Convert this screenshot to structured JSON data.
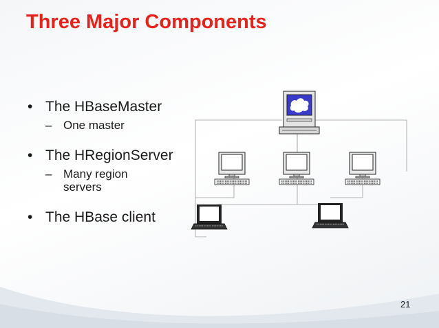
{
  "slide": {
    "title": "Three Major Components",
    "bullets": [
      {
        "text": "The HBaseMaster",
        "sub": [
          "One master"
        ]
      },
      {
        "text": "The HRegionServer",
        "sub": [
          "Many region servers"
        ]
      },
      {
        "text": "The HBase client",
        "sub": []
      }
    ],
    "page_number": "21",
    "bullet_glyph": "•",
    "sub_glyph": "–"
  },
  "diagram": {
    "icons": [
      "server-monitor-icon",
      "desktop-computer-icon",
      "laptop-icon",
      "keyboard-icon"
    ],
    "colors": {
      "line": "#9a9a9a",
      "screen": "#ffffff",
      "master_screen": "#3a3acc",
      "title": "#e8221a"
    }
  }
}
